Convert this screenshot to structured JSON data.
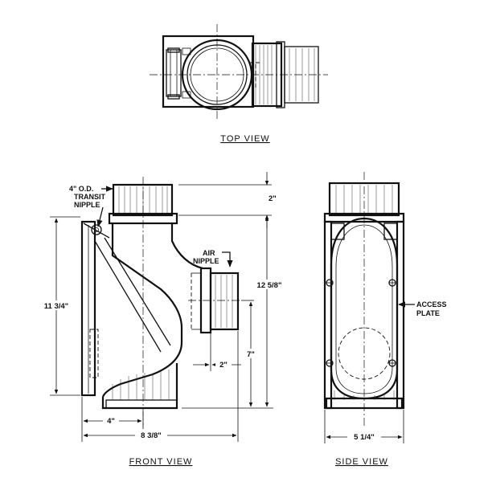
{
  "views": {
    "top": "TOP VIEW",
    "front": "FRONT VIEW",
    "side": "SIDE VIEW"
  },
  "annotations": {
    "transit_nipple": [
      "4\" O.D.",
      "TRANSIT",
      "NIPPLE"
    ],
    "air_nipple": [
      "AIR",
      "NIPPLE"
    ],
    "access_plate": [
      "ACCESS",
      "PLATE"
    ]
  },
  "dimensions": {
    "top_offset": "2\"",
    "overall_height": "11 3/4\"",
    "nipple_height": "12 5/8\"",
    "air_center_height": "7\"",
    "air_offset": "2\"",
    "base_half": "4\"",
    "overall_width": "8 3/8\"",
    "side_width": "5 1/4\""
  }
}
